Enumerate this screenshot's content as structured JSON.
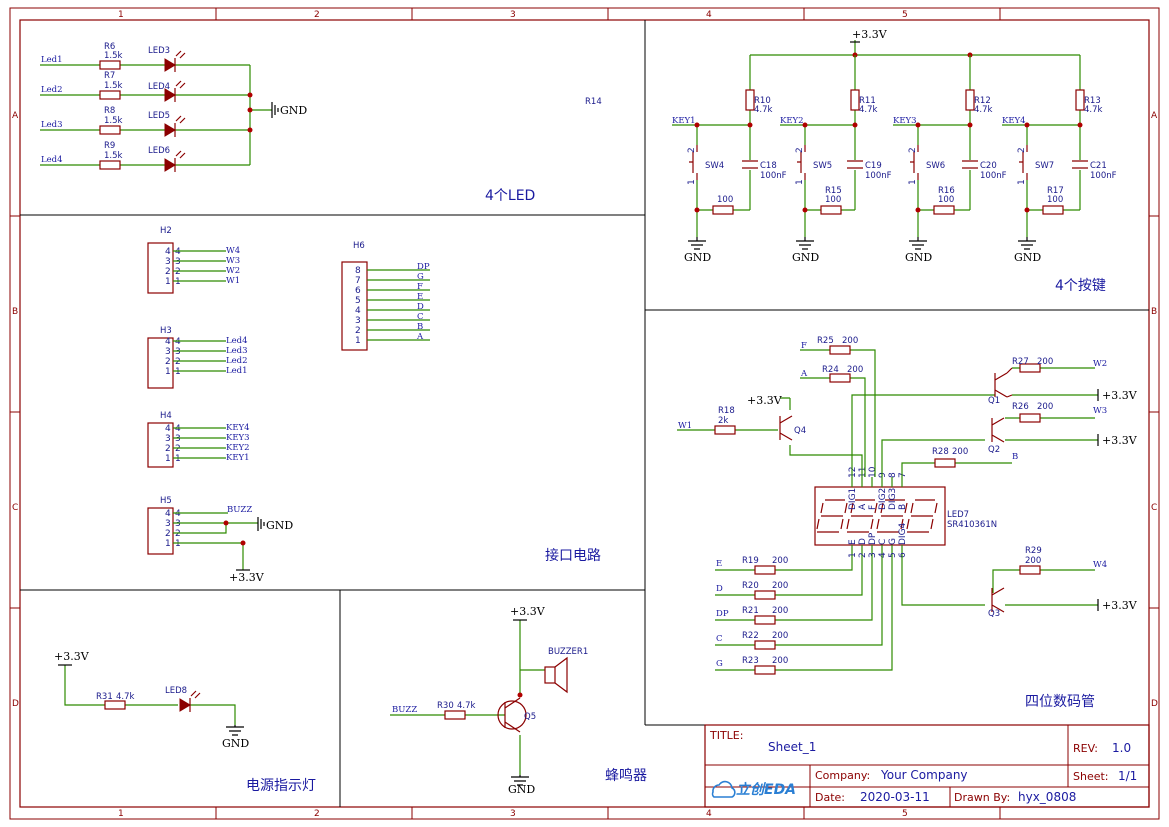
{
  "grid": {
    "columns": [
      "1",
      "2",
      "3",
      "4",
      "5"
    ],
    "rows": [
      "A",
      "B",
      "C",
      "D"
    ]
  },
  "sections": {
    "led": "4个LED",
    "keys": "4个按键",
    "interface": "接口电路",
    "power_led": "电源指示灯",
    "buzzer": "蜂鸣器",
    "display": "四位数码管"
  },
  "power": {
    "vcc": "+3.3V",
    "gnd": "GND"
  },
  "led_section": {
    "nets": [
      "Led1",
      "Led2",
      "Led3",
      "Led4"
    ],
    "resistors": [
      {
        "ref": "R6",
        "value": "1.5k",
        "led": "LED3"
      },
      {
        "ref": "R7",
        "value": "1.5k",
        "led": "LED4"
      },
      {
        "ref": "R8",
        "value": "1.5k",
        "led": "LED5"
      },
      {
        "ref": "R9",
        "value": "1.5k",
        "led": "LED6"
      }
    ],
    "orphan": "R14"
  },
  "key_section": {
    "nets": [
      "KEY1",
      "KEY2",
      "KEY3",
      "KEY4"
    ],
    "pullups": [
      {
        "ref": "R10",
        "value": "4.7k"
      },
      {
        "ref": "R11",
        "value": "4.7k"
      },
      {
        "ref": "R12",
        "value": "4.7k"
      },
      {
        "ref": "R13",
        "value": "4.7k"
      }
    ],
    "switches": [
      "SW4",
      "SW5",
      "SW6",
      "SW7"
    ],
    "caps": [
      {
        "ref": "C18",
        "value": "100nF"
      },
      {
        "ref": "C19",
        "value": "100nF"
      },
      {
        "ref": "C20",
        "value": "100nF"
      },
      {
        "ref": "C21",
        "value": "100nF"
      }
    ],
    "series": [
      {
        "ref": "",
        "value": "100"
      },
      {
        "ref": "R15",
        "value": "100"
      },
      {
        "ref": "R16",
        "value": "100"
      },
      {
        "ref": "R17",
        "value": "100"
      }
    ],
    "pin_numbers": [
      "1",
      "2"
    ]
  },
  "headers": {
    "h2": {
      "ref": "H2",
      "pins": [
        "4",
        "3",
        "2",
        "1"
      ],
      "nets": [
        "W4",
        "W3",
        "W2",
        "W1"
      ]
    },
    "h3": {
      "ref": "H3",
      "pins": [
        "4",
        "3",
        "2",
        "1"
      ],
      "nets": [
        "Led4",
        "Led3",
        "Led2",
        "Led1"
      ]
    },
    "h4": {
      "ref": "H4",
      "pins": [
        "4",
        "3",
        "2",
        "1"
      ],
      "nets": [
        "KEY4",
        "KEY3",
        "KEY2",
        "KEY1"
      ]
    },
    "h5": {
      "ref": "H5",
      "pins": [
        "4",
        "3",
        "2",
        "1"
      ],
      "nets": [
        "BUZZ"
      ]
    },
    "h6": {
      "ref": "H6",
      "pins": [
        "8",
        "7",
        "6",
        "5",
        "4",
        "3",
        "2",
        "1"
      ],
      "nets": [
        "DP",
        "G",
        "F",
        "E",
        "D",
        "C",
        "B",
        "A"
      ]
    }
  },
  "power_led": {
    "resistor": "R31",
    "value": "4.7k",
    "led": "LED8"
  },
  "buzzer": {
    "ref": "BUZZER1",
    "net": "BUZZ",
    "resistor": "R30",
    "value": "4.7k",
    "transistor": "Q5"
  },
  "display": {
    "ref": "LED7",
    "part": "SR410361N",
    "top_pins": [
      "12",
      "11",
      "10",
      "9",
      "8",
      "7"
    ],
    "top_labels": [
      "DIG1",
      "A",
      "F",
      "DIG2",
      "DIG3",
      "B"
    ],
    "bottom_pins": [
      "1",
      "2",
      "3",
      "4",
      "5",
      "6"
    ],
    "bottom_labels": [
      "E",
      "D",
      "DP",
      "C",
      "G",
      "DIG4"
    ],
    "seg_resistors": [
      {
        "ref": "R25",
        "value": "200",
        "net": "F"
      },
      {
        "ref": "R24",
        "value": "200",
        "net": "A"
      },
      {
        "ref": "R28",
        "value": "200",
        "net": "B"
      },
      {
        "ref": "R19",
        "value": "200",
        "net": "E"
      },
      {
        "ref": "R20",
        "value": "200",
        "net": "D"
      },
      {
        "ref": "R21",
        "value": "200",
        "net": "DP"
      },
      {
        "ref": "R22",
        "value": "200",
        "net": "C"
      },
      {
        "ref": "R23",
        "value": "200",
        "net": "G"
      }
    ],
    "drivers": [
      {
        "q": "Q1",
        "r": "R27",
        "v": "200",
        "net": "W2"
      },
      {
        "q": "Q2",
        "r": "R26",
        "v": "200",
        "net": "W3"
      },
      {
        "q": "Q3",
        "r": "R29",
        "v": "200",
        "net": "W4"
      },
      {
        "q": "Q4",
        "r": "R18",
        "v": "2k",
        "net": "W1"
      }
    ]
  },
  "title_block": {
    "title_label": "TITLE:",
    "title": "Sheet_1",
    "rev_label": "REV:",
    "rev": "1.0",
    "company_label": "Company:",
    "company": "Your Company",
    "sheet_label": "Sheet:",
    "sheet": "1/1",
    "date_label": "Date:",
    "date": "2020-03-11",
    "drawn_label": "Drawn By:",
    "drawn": "hyx_0808",
    "logo_text": "立创EDA"
  }
}
